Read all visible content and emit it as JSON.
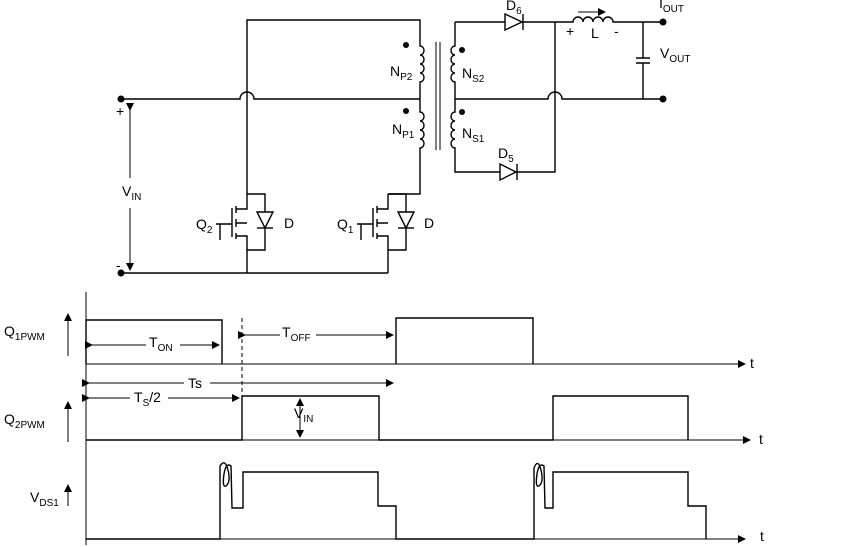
{
  "circuit": {
    "vin": {
      "main": "V",
      "sub": "IN"
    },
    "vin_plus": "+",
    "vin_minus": "-",
    "np2": {
      "main": "N",
      "sub": "P2"
    },
    "np1": {
      "main": "N",
      "sub": "P1"
    },
    "ns2": {
      "main": "N",
      "sub": "S2"
    },
    "ns1": {
      "main": "N",
      "sub": "S1"
    },
    "d6": {
      "main": "D",
      "sub": "6"
    },
    "d5": {
      "main": "D",
      "sub": "5"
    },
    "q1": {
      "main": "Q",
      "sub": "1"
    },
    "q2": {
      "main": "Q",
      "sub": "2"
    },
    "body_diode_1": "D",
    "body_diode_2": "D",
    "inductor": "L",
    "inductor_plus": "+",
    "inductor_minus": "-",
    "iout": {
      "main": "I",
      "sub": "OUT"
    },
    "vout": {
      "main": "V",
      "sub": "OUT"
    }
  },
  "timing": {
    "q1pwm": {
      "main": "Q",
      "sub": "1PWM"
    },
    "q2pwm": {
      "main": "Q",
      "sub": "2PWM"
    },
    "vds1": {
      "main": "V",
      "sub": "DS1"
    },
    "ton": {
      "main": "T",
      "sub": "ON"
    },
    "toff": {
      "main": "T",
      "sub": "OFF"
    },
    "ts": "Ts",
    "ts_half": {
      "main": "T",
      "sub": "S",
      "tail": "/2"
    },
    "vin_amp": {
      "main": "V",
      "sub": "IN"
    },
    "time_axis": "t"
  }
}
